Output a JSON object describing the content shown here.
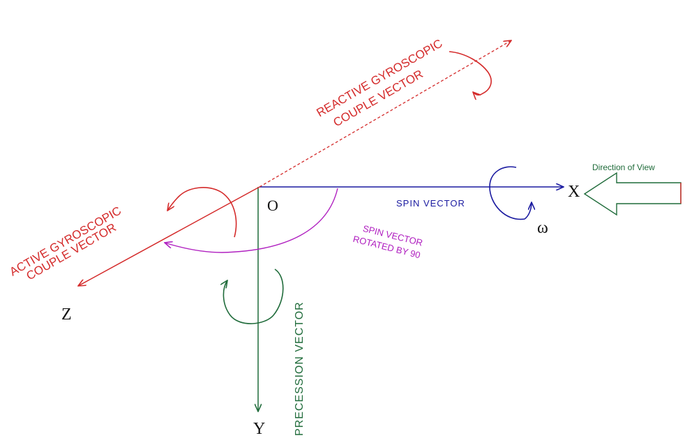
{
  "labels": {
    "origin": "O",
    "x_axis": "X",
    "y_axis": "Y",
    "z_axis": "Z",
    "omega": "ω",
    "spin_vector": "SPIN VECTOR",
    "spin_rotated_line1": "SPIN VECTOR",
    "spin_rotated_line2": "ROTATED BY 90",
    "precession_vector": "PRECESSION VECTOR",
    "reactive_line1": "REACTIVE GYROSCOPIC",
    "reactive_line2": "COUPLE VECTOR",
    "active_line1": "ACTIVE GYROSCOPIC",
    "active_line2": "COUPLE VECTOR",
    "direction_of_view": "Direction of View"
  },
  "colors": {
    "spin": "#1a1aa0",
    "precession": "#1f6b3a",
    "couple": "#d42a2a",
    "rotated": "#b020c0",
    "axis_label": "#111111"
  }
}
